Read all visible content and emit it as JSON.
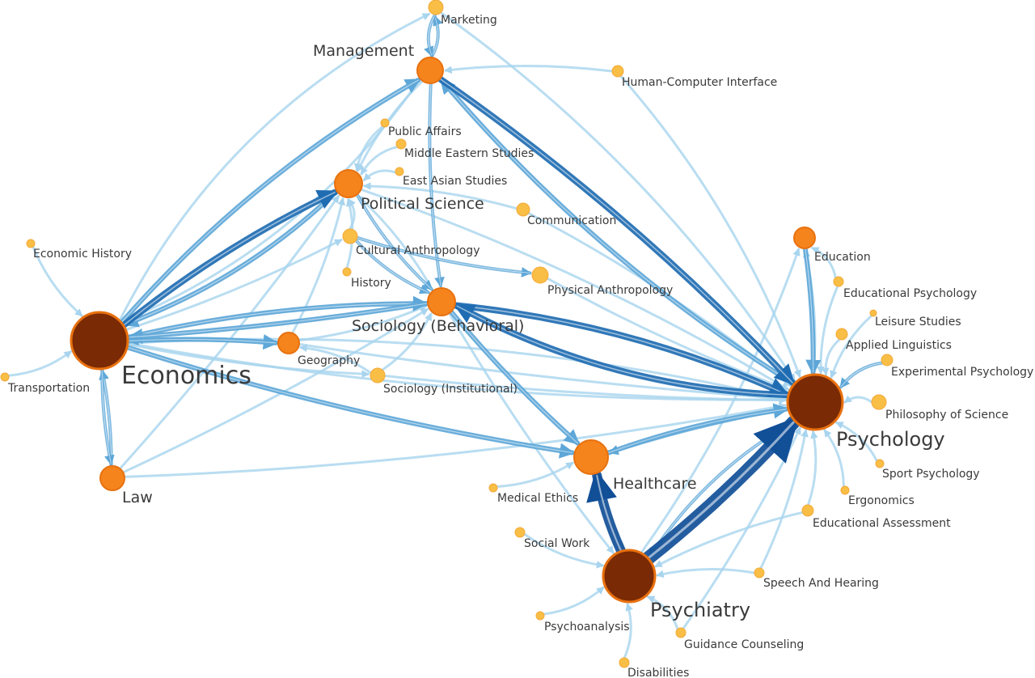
{
  "diagram": {
    "colors": {
      "edge_light": "#a8d4ee",
      "edge_mid": "#5ea7d8",
      "edge_dark": "#1f6cb2",
      "edge_darkest": "#114f97",
      "node_small": "#f9be45",
      "node_medium": "#f6841c",
      "node_large": "#7a2a04",
      "node_stroke": "#e8710f"
    },
    "nodes": [
      {
        "id": "economics",
        "label": "Economics",
        "tier": "large"
      },
      {
        "id": "psychology",
        "label": "Psychology",
        "tier": "large"
      },
      {
        "id": "psychiatry",
        "label": "Psychiatry",
        "tier": "large"
      },
      {
        "id": "healthcare",
        "label": "Healthcare",
        "tier": "medium"
      },
      {
        "id": "sociology-behavioral",
        "label": "Sociology (Behavioral)",
        "tier": "medium"
      },
      {
        "id": "political-science",
        "label": "Political Science",
        "tier": "medium"
      },
      {
        "id": "management",
        "label": "Management",
        "tier": "medium"
      },
      {
        "id": "law",
        "label": "Law",
        "tier": "medium"
      },
      {
        "id": "geography",
        "label": "Geography",
        "tier": "medium"
      },
      {
        "id": "education",
        "label": "Education",
        "tier": "medium"
      },
      {
        "id": "cultural-anthropology",
        "label": "Cultural Anthropology",
        "tier": "small"
      },
      {
        "id": "physical-anthropology",
        "label": "Physical Anthropology",
        "tier": "small"
      },
      {
        "id": "marketing",
        "label": "Marketing",
        "tier": "small"
      },
      {
        "id": "human-computer-interface",
        "label": "Human-Computer Interface",
        "tier": "small"
      },
      {
        "id": "public-affairs",
        "label": "Public Affairs",
        "tier": "small"
      },
      {
        "id": "middle-eastern-studies",
        "label": "Middle Eastern Studies",
        "tier": "small"
      },
      {
        "id": "east-asian-studies",
        "label": "East Asian Studies",
        "tier": "small"
      },
      {
        "id": "communication",
        "label": "Communication",
        "tier": "small"
      },
      {
        "id": "history",
        "label": "History",
        "tier": "small"
      },
      {
        "id": "sociology-institutional",
        "label": "Sociology (Institutional)",
        "tier": "small"
      },
      {
        "id": "economic-history",
        "label": "Economic History",
        "tier": "small"
      },
      {
        "id": "transportation",
        "label": "Transportation",
        "tier": "small"
      },
      {
        "id": "educational-psychology",
        "label": "Educational Psychology",
        "tier": "small"
      },
      {
        "id": "leisure-studies",
        "label": "Leisure Studies",
        "tier": "small"
      },
      {
        "id": "applied-linguistics",
        "label": "Applied Linguistics",
        "tier": "small"
      },
      {
        "id": "experimental-psychology",
        "label": "Experimental Psychology",
        "tier": "small"
      },
      {
        "id": "philosophy-of-science",
        "label": "Philosophy of Science",
        "tier": "small"
      },
      {
        "id": "sport-psychology",
        "label": "Sport Psychology",
        "tier": "small"
      },
      {
        "id": "ergonomics",
        "label": "Ergonomics",
        "tier": "small"
      },
      {
        "id": "educational-assessment",
        "label": "Educational Assessment",
        "tier": "small"
      },
      {
        "id": "speech-and-hearing",
        "label": "Speech And Hearing",
        "tier": "small"
      },
      {
        "id": "medical-ethics",
        "label": "Medical Ethics",
        "tier": "small"
      },
      {
        "id": "social-work",
        "label": "Social Work",
        "tier": "small"
      },
      {
        "id": "psychoanalysis",
        "label": "Psychoanalysis",
        "tier": "small"
      },
      {
        "id": "guidance-counseling",
        "label": "Guidance Counseling",
        "tier": "small"
      },
      {
        "id": "disabilities",
        "label": "Disabilities",
        "tier": "small"
      }
    ],
    "edges": [
      {
        "from": "economic-history",
        "to": "economics",
        "weight": 1
      },
      {
        "from": "transportation",
        "to": "economics",
        "weight": 1
      },
      {
        "from": "law",
        "to": "economics",
        "weight": 2
      },
      {
        "from": "economics",
        "to": "law",
        "weight": 2
      },
      {
        "from": "economics",
        "to": "management",
        "weight": 3
      },
      {
        "from": "management",
        "to": "economics",
        "weight": 1
      },
      {
        "from": "economics",
        "to": "political-science",
        "weight": 4
      },
      {
        "from": "political-science",
        "to": "economics",
        "weight": 3
      },
      {
        "from": "economics",
        "to": "sociology-behavioral",
        "weight": 3
      },
      {
        "from": "sociology-behavioral",
        "to": "economics",
        "weight": 3
      },
      {
        "from": "economics",
        "to": "geography",
        "weight": 3
      },
      {
        "from": "geography",
        "to": "economics",
        "weight": 2
      },
      {
        "from": "economics",
        "to": "healthcare",
        "weight": 3
      },
      {
        "from": "economics",
        "to": "psychology",
        "weight": 1
      },
      {
        "from": "psychology",
        "to": "economics",
        "weight": 1
      },
      {
        "from": "economics",
        "to": "marketing",
        "weight": 1
      },
      {
        "from": "economics",
        "to": "cultural-anthropology",
        "weight": 1
      },
      {
        "from": "economics",
        "to": "sociology-institutional",
        "weight": 1
      },
      {
        "from": "law",
        "to": "political-science",
        "weight": 1
      },
      {
        "from": "law",
        "to": "sociology-behavioral",
        "weight": 1
      },
      {
        "from": "law",
        "to": "psychology",
        "weight": 1
      },
      {
        "from": "management",
        "to": "marketing",
        "weight": 2
      },
      {
        "from": "marketing",
        "to": "management",
        "weight": 2
      },
      {
        "from": "human-computer-interface",
        "to": "management",
        "weight": 1
      },
      {
        "from": "human-computer-interface",
        "to": "psychology",
        "weight": 1
      },
      {
        "from": "management",
        "to": "psychology",
        "weight": 4
      },
      {
        "from": "psychology",
        "to": "management",
        "weight": 3
      },
      {
        "from": "management",
        "to": "political-science",
        "weight": 1
      },
      {
        "from": "management",
        "to": "sociology-behavioral",
        "weight": 2
      },
      {
        "from": "marketing",
        "to": "psychology",
        "weight": 1
      },
      {
        "from": "public-affairs",
        "to": "political-science",
        "weight": 1
      },
      {
        "from": "middle-eastern-studies",
        "to": "political-science",
        "weight": 1
      },
      {
        "from": "east-asian-studies",
        "to": "political-science",
        "weight": 1
      },
      {
        "from": "communication",
        "to": "political-science",
        "weight": 1
      },
      {
        "from": "communication",
        "to": "psychology",
        "weight": 1
      },
      {
        "from": "political-science",
        "to": "sociology-behavioral",
        "weight": 2
      },
      {
        "from": "sociology-behavioral",
        "to": "political-science",
        "weight": 1
      },
      {
        "from": "political-science",
        "to": "psychology",
        "weight": 1
      },
      {
        "from": "cultural-anthropology",
        "to": "sociology-behavioral",
        "weight": 2
      },
      {
        "from": "cultural-anthropology",
        "to": "political-science",
        "weight": 1
      },
      {
        "from": "cultural-anthropology",
        "to": "physical-anthropology",
        "weight": 2
      },
      {
        "from": "history",
        "to": "political-science",
        "weight": 1
      },
      {
        "from": "geography",
        "to": "political-science",
        "weight": 1
      },
      {
        "from": "geography",
        "to": "sociology-behavioral",
        "weight": 1
      },
      {
        "from": "sociology-institutional",
        "to": "sociology-behavioral",
        "weight": 1
      },
      {
        "from": "sociology-institutional",
        "to": "geography",
        "weight": 1
      },
      {
        "from": "sociology-behavioral",
        "to": "psychology",
        "weight": 4
      },
      {
        "from": "psychology",
        "to": "sociology-behavioral",
        "weight": 4
      },
      {
        "from": "sociology-behavioral",
        "to": "healthcare",
        "weight": 3
      },
      {
        "from": "sociology-behavioral",
        "to": "psychiatry",
        "weight": 1
      },
      {
        "from": "physical-anthropology",
        "to": "psychology",
        "weight": 1
      },
      {
        "from": "healthcare",
        "to": "psychology",
        "weight": 3
      },
      {
        "from": "psychology",
        "to": "healthcare",
        "weight": 2
      },
      {
        "from": "psychiatry",
        "to": "healthcare",
        "weight": 5
      },
      {
        "from": "psychiatry",
        "to": "psychology",
        "weight": 6
      },
      {
        "from": "psychology",
        "to": "psychiatry",
        "weight": 2
      },
      {
        "from": "education",
        "to": "psychology",
        "weight": 3
      },
      {
        "from": "psychology",
        "to": "education",
        "weight": 1
      },
      {
        "from": "educational-psychology",
        "to": "psychology",
        "weight": 1
      },
      {
        "from": "educational-psychology",
        "to": "education",
        "weight": 1
      },
      {
        "from": "leisure-studies",
        "to": "psychology",
        "weight": 1
      },
      {
        "from": "applied-linguistics",
        "to": "psychology",
        "weight": 1
      },
      {
        "from": "experimental-psychology",
        "to": "psychology",
        "weight": 2
      },
      {
        "from": "philosophy-of-science",
        "to": "psychology",
        "weight": 1
      },
      {
        "from": "sport-psychology",
        "to": "psychology",
        "weight": 1
      },
      {
        "from": "ergonomics",
        "to": "psychology",
        "weight": 1
      },
      {
        "from": "educational-assessment",
        "to": "psychology",
        "weight": 1
      },
      {
        "from": "educational-assessment",
        "to": "psychiatry",
        "weight": 1
      },
      {
        "from": "speech-and-hearing",
        "to": "psychology",
        "weight": 1
      },
      {
        "from": "speech-and-hearing",
        "to": "psychiatry",
        "weight": 1
      },
      {
        "from": "medical-ethics",
        "to": "healthcare",
        "weight": 1
      },
      {
        "from": "social-work",
        "to": "psychiatry",
        "weight": 1
      },
      {
        "from": "psychoanalysis",
        "to": "psychiatry",
        "weight": 1
      },
      {
        "from": "guidance-counseling",
        "to": "psychiatry",
        "weight": 1
      },
      {
        "from": "guidance-counseling",
        "to": "psychology",
        "weight": 1
      },
      {
        "from": "disabilities",
        "to": "psychiatry",
        "weight": 1
      },
      {
        "from": "psychiatry",
        "to": "education",
        "weight": 1
      },
      {
        "from": "geography",
        "to": "psychology",
        "weight": 1
      },
      {
        "from": "sociology-institutional",
        "to": "psychology",
        "weight": 1
      }
    ]
  }
}
